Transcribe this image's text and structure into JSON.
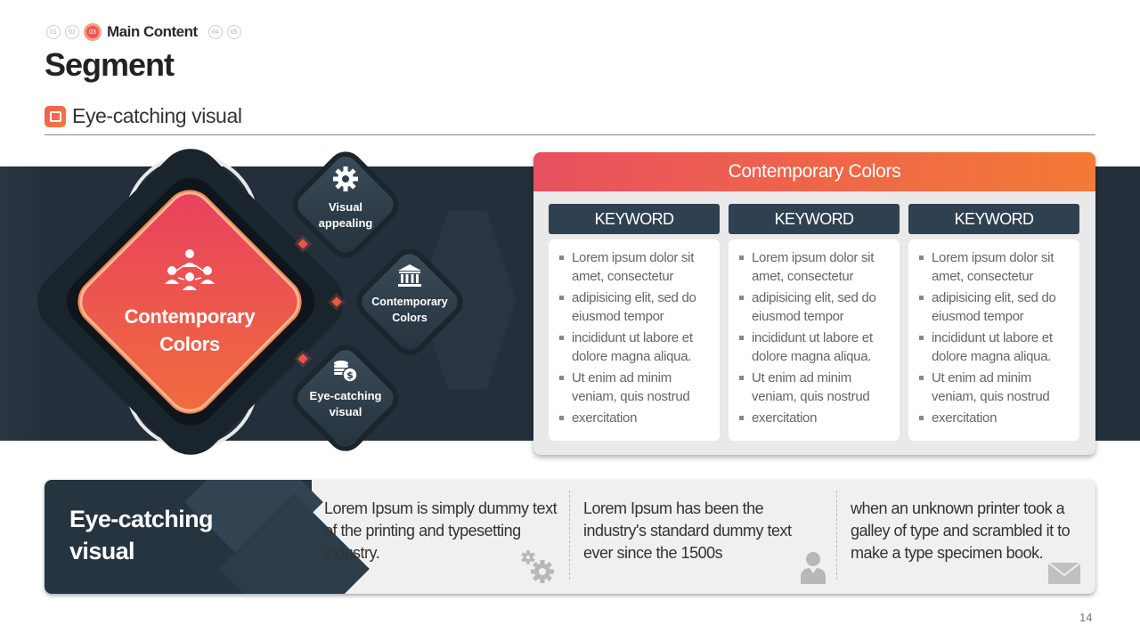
{
  "breadcrumb": {
    "steps": [
      "01",
      "02",
      "03",
      "04",
      "05"
    ],
    "active_label": "Main Content"
  },
  "page": {
    "title": "Segment",
    "section_title": "Eye-catching visual",
    "page_number": "14"
  },
  "center_diamond": {
    "label_line1": "Contemporary",
    "label_line2": "Colors",
    "icon": "people-network-icon"
  },
  "satellites": [
    {
      "line1": "Visual",
      "line2": "appealing",
      "icon": "gear-icon"
    },
    {
      "line1": "Contemporary",
      "line2": "Colors",
      "icon": "bank-icon"
    },
    {
      "line1": "Eye-catching",
      "line2": "visual",
      "icon": "coins-icon"
    }
  ],
  "card": {
    "title": "Contemporary  Colors",
    "columns": [
      {
        "keyword": "KEYWORD",
        "items": [
          "Lorem ipsum dolor sit amet, consectetur",
          "adipisicing elit, sed do eiusmod tempor",
          "incididunt ut labore et dolore magna aliqua.",
          "Ut enim ad minim veniam, quis nostrud",
          "exercitation"
        ]
      },
      {
        "keyword": "KEYWORD",
        "items": [
          "Lorem ipsum dolor sit amet, consectetur",
          "adipisicing elit, sed do eiusmod tempor",
          "incididunt ut labore et dolore magna aliqua.",
          "Ut enim ad minim veniam, quis nostrud",
          "exercitation"
        ]
      },
      {
        "keyword": "KEYWORD",
        "items": [
          "Lorem ipsum dolor sit amet, consectetur",
          "adipisicing elit, sed do eiusmod tempor",
          "incididunt ut labore et dolore magna aliqua.",
          "Ut enim ad minim veniam, quis nostrud",
          "exercitation"
        ]
      }
    ]
  },
  "bottom": {
    "title_line1": "Eye-catching",
    "title_line2": "visual",
    "columns": [
      {
        "text": "Lorem Ipsum is simply dummy text of the printing and typesetting industry.",
        "icon": "gears-icon"
      },
      {
        "text": "Lorem Ipsum has been the industry's standard dummy text ever since the 1500s",
        "icon": "person-icon"
      },
      {
        "text": "when an unknown printer took a galley of type and scrambled it to make a type specimen book.",
        "icon": "envelope-icon"
      }
    ]
  },
  "colors": {
    "accent_red": "#e9405f",
    "accent_orange": "#f06d3d",
    "dark_navy": "#232f3a",
    "keyword_bg": "#2f4050"
  }
}
